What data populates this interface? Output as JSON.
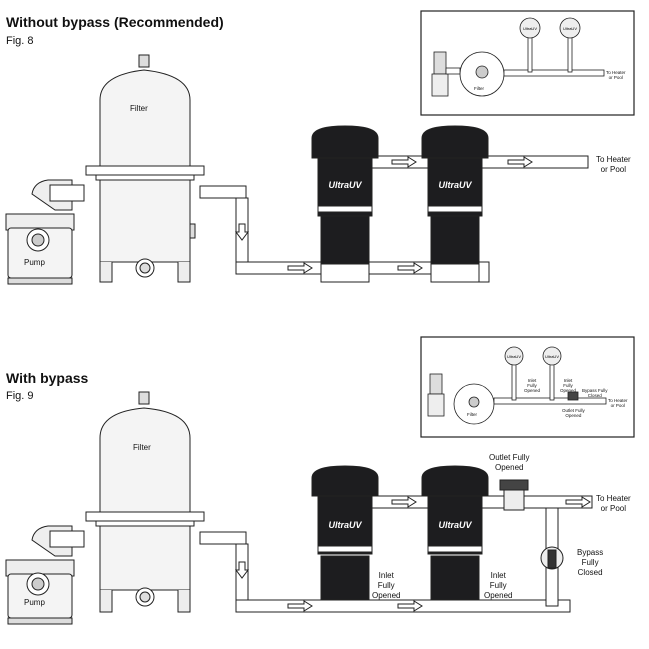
{
  "fig8": {
    "heading": "Without bypass (Recommended)",
    "fig": "Fig. 8",
    "filter": "Filter",
    "pump": "Pump",
    "outlet": "To Heater\nor Pool",
    "brand": "UltraUV",
    "inset": {
      "filter": "Filter",
      "outlet": "To Heater\nor Pool",
      "brand": "UltraUV"
    }
  },
  "fig9": {
    "heading": "With bypass",
    "fig": "Fig. 9",
    "filter": "Filter",
    "pump": "Pump",
    "outlet": "To Heater\nor Pool",
    "brand": "UltraUV",
    "outlet_valve": "Outlet Fully\nOpened",
    "inlet_valve_1": "Inlet\nFully\nOpened",
    "inlet_valve_2": "Inlet\nFully\nOpened",
    "bypass_valve": "Bypass\nFully\nClosed",
    "inset": {
      "filter": "Filter",
      "outlet": "To Heater\nor Pool",
      "brand": "UltraUV",
      "inlet_1": "Inlet\nFully\nOpened",
      "inlet_2": "Inlet\nFully\nOpened",
      "bypass": "Bypass Fully\nClosed",
      "outlet_valve": "Outlet Fully\nOpened"
    }
  },
  "colors": {
    "line": "#222222",
    "dark": "#1d1d1f",
    "body": "#f4f4f4"
  }
}
